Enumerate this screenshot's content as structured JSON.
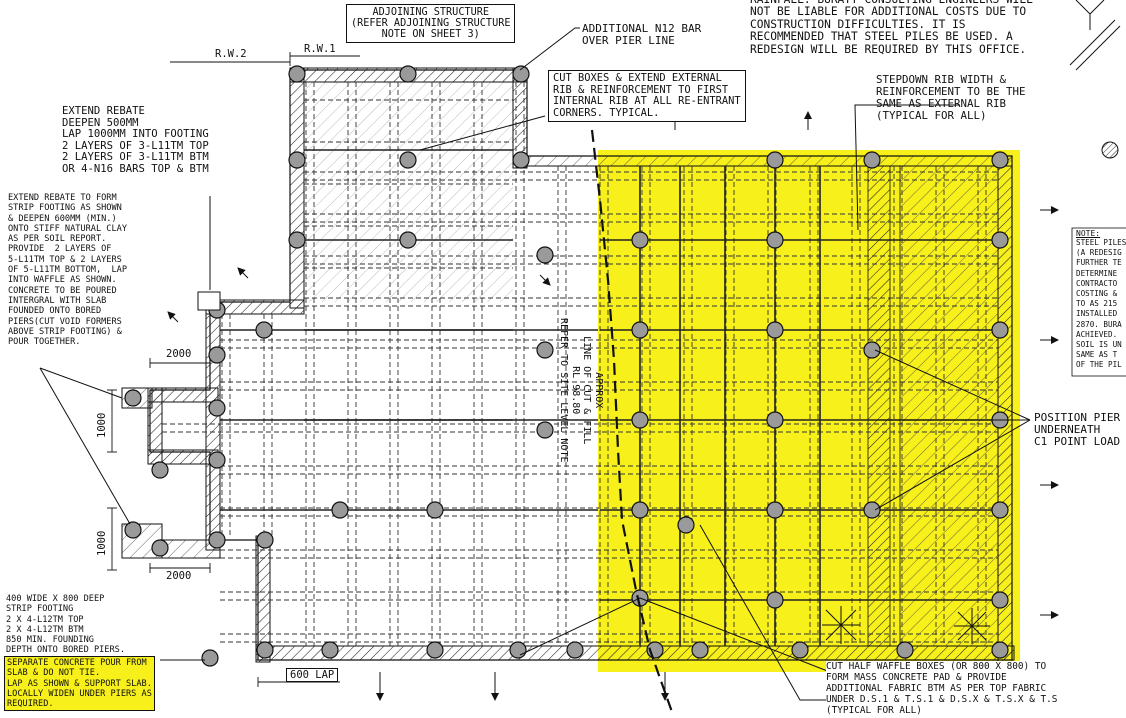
{
  "drawing": {
    "colors": {
      "highlight": "#f7f01a",
      "line": "#111111",
      "paper": "#ffffff"
    },
    "labels": {
      "rw2": "R.W.2",
      "rw1": "R.W.1",
      "dim_2000_top": "2000",
      "dim_1000_upper": "1000",
      "dim_1000_lower": "1000",
      "dim_2000_bottom": "2000",
      "dim_600_lap": "600 LAP",
      "approx_cut_fill": "APPROX\nLINE OF CUT & FILL\nRL 98.80\nREFER TO SITE LEVEL NOTE"
    },
    "notes": {
      "top_warning": "RAINFALL. BURATT CONSULTING ENGINEERS WILL\nNOT BE LIABLE FOR ADDITIONAL COSTS DUE TO\nCONSTRUCTION DIFFICULTIES. IT IS\nRECOMMENDED THAT STEEL PILES BE USED. A\nREDESIGN WILL BE REQUIRED BY THIS OFFICE.",
      "adjoining": "ADJOINING STRUCTURE\n(REFER ADJOINING STRUCTURE\nNOTE ON SHEET 3)",
      "n12": "ADDITIONAL N12 BAR\nOVER PIER LINE",
      "cut_boxes": "CUT BOXES & EXTEND EXTERNAL\nRIB & REINFORCEMENT TO FIRST\nINTERNAL RIB AT ALL RE-ENTRANT\nCORNERS. TYPICAL.",
      "stepdown": "STEPDOWN RIB WIDTH &\nREINFORCEMENT TO BE THE\nSAME AS EXTERNAL RIB\n(TYPICAL FOR ALL)",
      "extend_rebate": "EXTEND REBATE\nDEEPEN 500mm\nLAP 1000mm INTO FOOTING\n2 LAYERS OF 3-L11TM TOP\n2 LAYERS OF 3-L11TM BTM\nOR 4-N16 BARS TOP & BTM",
      "strip_footing": "EXTEND REBATE TO FORM\nSTRIP FOOTING AS SHOWN\n& DEEPEN 600MM (MIN.)\nONTO STIFF NATURAL CLAY\nAS PER SOIL REPORT.\nPROVIDE  2 LAYERS OF\n5-L11TM TOP & 2 LAYERS\nOF 5-L11TM BOTTOM,  LAP\nINTO WAFFLE AS SHOWN.\nCONCRETE TO BE POURED\nINTERGRAL WITH SLAB\nFOUNDED ONTO BORED\nPIERS(CUT VOID FORMERS\nABOVE STRIP FOOTING) &\nPOUR TOGETHER.",
      "deep_400": "400 WIDE x 800 DEEP\nSTRIP FOOTING\n2 x 4-L12TM TOP\n2 x 4-L12TM BTM\n850 MIN. FOUNDING\nDEPTH ONTO BORED PIERS.",
      "separate_pour": "SEPARATE CONCRETE POUR FROM\nSLAB & DO NOT TIE.\nLAP AS SHOWN & SUPPORT SLAB.\nLOCALLY WIDEN UNDER PIERS AS\nREQUIRED.",
      "position_pier": "POSITION PIER\nUNDERNEATH\nC1 POINT LOAD",
      "cut_half": "CUT HALF WAFFLE BOXES (OR 800 x 800) TO\nFORM MASS CONCRETE PAD & PROVIDE\nADDITIONAL FABRIC BTM AS PER TOP FABRIC\nUNDER D.S.1 & T.S.1 & D.S.X & T.S.X & T.S\n(TYPICAL FOR ALL)",
      "side_note_title": "NOTE:",
      "side_note_body": "STEEL PILES\n(A REDESIG\nFURTHER TE\nDETERMINE\nCONTRACTO\nCOSTING &\nTO AS 215\nINSTALLED\n2870. BURA\nACHIEVED.\nSOIL IS UN\nSAME AS T\nOF THE PIL"
    }
  }
}
